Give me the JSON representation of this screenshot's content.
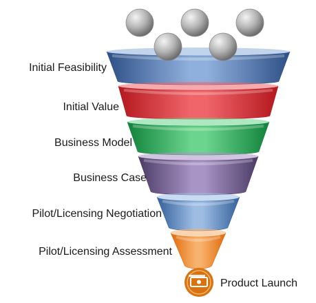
{
  "diagram": {
    "people_icon": "person-ball-icon",
    "people_count": 5,
    "stages": [
      {
        "label": "Initial Feasibility",
        "color": "#2E4F86",
        "light": "#8FB0DC"
      },
      {
        "label": "Initial Value",
        "color": "#B3181E",
        "light": "#F0656A"
      },
      {
        "label": "Business Model",
        "color": "#11823B",
        "light": "#6BD58D"
      },
      {
        "label": "Business Case",
        "color": "#4C3B66",
        "light": "#A994C6"
      },
      {
        "label": "Pilot/Licensing  Negotiation",
        "color": "#35609A",
        "light": "#9DBDE4"
      },
      {
        "label": "Pilot/Licensing Assessment",
        "color": "#E06A0C",
        "light": "#F7B26D"
      }
    ],
    "outcome": {
      "label": "Product Launch",
      "icon": "money-icon",
      "color": "#D9730F"
    }
  }
}
